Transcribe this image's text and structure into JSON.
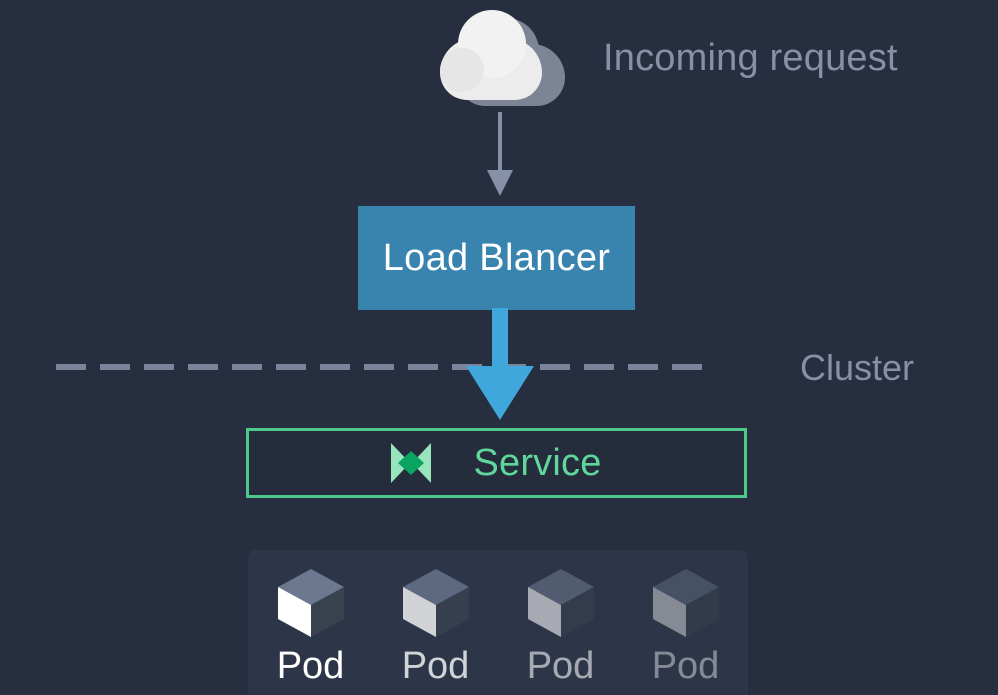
{
  "diagram": {
    "title": "Kubernetes load balancer to service to pods flow",
    "background_color": "#272e3f"
  },
  "cloud": {
    "icon": "cloud-icon",
    "fill_color": "#f2f2f2",
    "shadow_color": "#7c8496"
  },
  "labels": {
    "incoming_request": "Incoming request",
    "cluster": "Cluster",
    "label_color": "#8691a8"
  },
  "arrows": {
    "cloud_to_lb": {
      "icon": "down-arrow-icon",
      "color": "#8691a8",
      "style": "thin"
    },
    "lb_to_service": {
      "icon": "down-arrow-icon",
      "color": "#3fa7dc",
      "style": "thick"
    }
  },
  "load_balancer": {
    "label": "Load Blancer",
    "fill_color": "#3884ae",
    "text_color": "#ffffff"
  },
  "cluster_boundary": {
    "style": "dashed",
    "color": "#7a849b",
    "dash_length": 30,
    "gap_length": 14,
    "dash_count": 15
  },
  "service": {
    "label": "Service",
    "icon": "service-bowtie-icon",
    "border_color": "#4ec98c",
    "text_color": "#5fd79b",
    "fill_color": "#252c3c"
  },
  "pods": {
    "panel_color": "#2d3648",
    "items": [
      {
        "label": "Pod",
        "icon": "cube-icon",
        "opacity": 1.0
      },
      {
        "label": "Pod",
        "icon": "cube-icon",
        "opacity": 0.78
      },
      {
        "label": "Pod",
        "icon": "cube-icon",
        "opacity": 0.58
      },
      {
        "label": "Pod",
        "icon": "cube-icon",
        "opacity": 0.42
      }
    ],
    "cube_top_color": "#6b7890",
    "cube_left_color": "#ffffff",
    "cube_right_color": "#39424f"
  }
}
